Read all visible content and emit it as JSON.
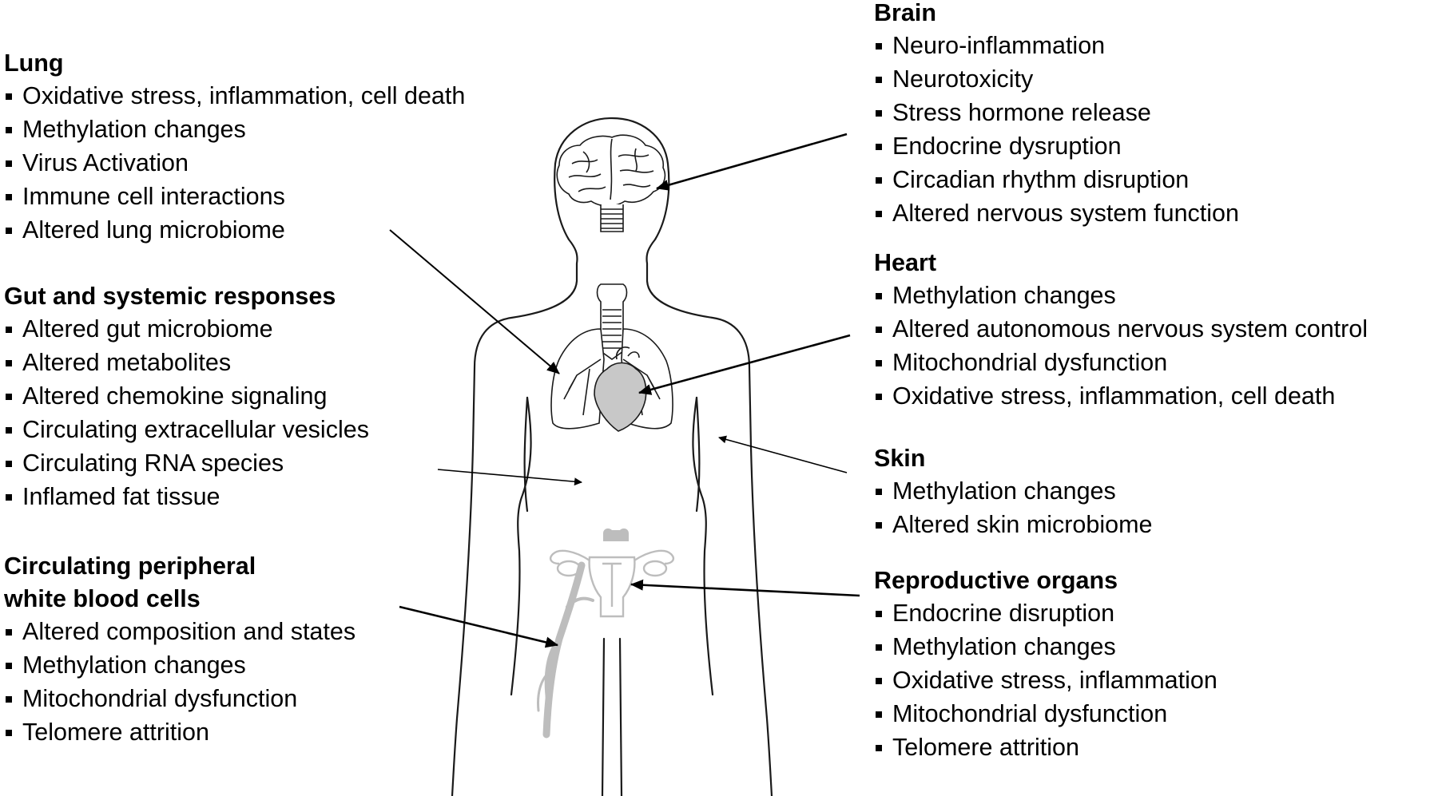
{
  "figure": {
    "lung": {
      "title": "Lung",
      "items": [
        "Oxidative stress, inflammation, cell death",
        "Methylation changes",
        "Virus Activation",
        "Immune cell interactions",
        "Altered lung microbiome"
      ]
    },
    "gut": {
      "title": "Gut and systemic responses",
      "items": [
        "Altered gut microbiome",
        "Altered metabolites",
        "Altered chemokine signaling",
        "Circulating extracellular vesicles",
        "Circulating RNA species",
        "Inflamed fat tissue"
      ]
    },
    "wbc": {
      "title_line1": "Circulating peripheral",
      "title_line2": "white blood cells",
      "items": [
        "Altered composition and states",
        "Methylation changes",
        "Mitochondrial dysfunction",
        "Telomere attrition"
      ]
    },
    "brain": {
      "title": "Brain",
      "items": [
        "Neuro-inflammation",
        "Neurotoxicity",
        "Stress hormone release",
        "Endocrine dysruption",
        "Circadian rhythm disruption",
        "Altered nervous system function"
      ]
    },
    "heart": {
      "title": "Heart",
      "items": [
        "Methylation changes",
        "Altered autonomous nervous system control",
        "Mitochondrial dysfunction",
        "Oxidative stress, inflammation, cell death"
      ]
    },
    "skin": {
      "title": "Skin",
      "items": [
        "Methylation changes",
        "Altered skin microbiome"
      ]
    },
    "repro": {
      "title": "Reproductive organs",
      "items": [
        "Endocrine disruption",
        "Methylation changes",
        "Oxidative stress, inflammation",
        "Mitochondrial dysfunction",
        "Telomere attrition"
      ]
    }
  },
  "colors": {
    "text": "#000000",
    "outline": "#1a1a1a",
    "organ_fill": "#c8c8c8",
    "vessel_gray": "#bdbdbd",
    "background": "#ffffff"
  },
  "icons": [
    "brain-icon",
    "trachea-icon",
    "lungs-icon",
    "heart-icon",
    "uterus-icon",
    "blood-vessel-icon",
    "human-body-outline"
  ]
}
